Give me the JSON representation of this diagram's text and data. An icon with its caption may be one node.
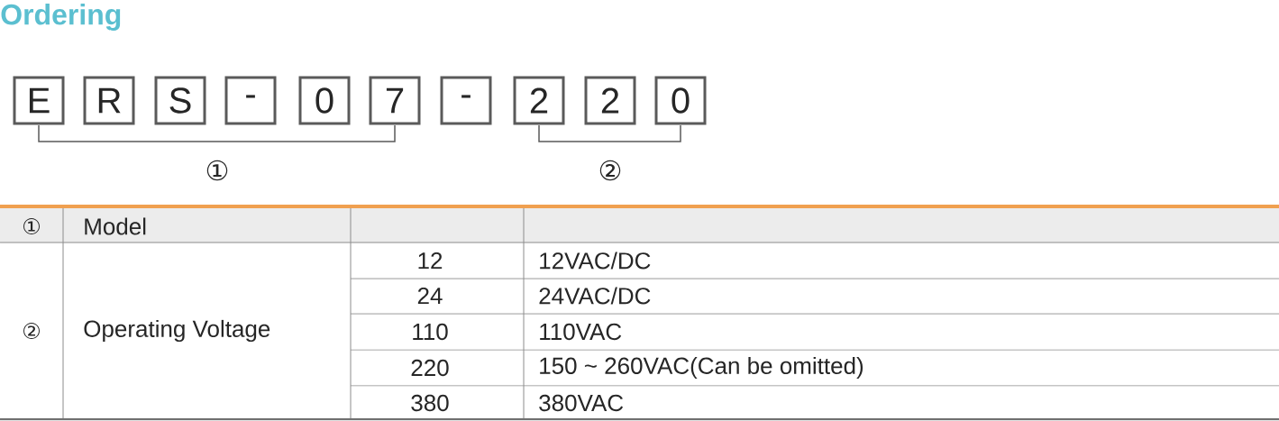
{
  "diagram": {
    "title": "Ordering",
    "nodes": [
      {
        "text": [
          "E"
        ]
      },
      {
        "text": [
          "R"
        ]
      },
      {
        "text": [
          "S"
        ]
      },
      {
        "text": [
          "-"
        ]
      },
      {
        "text": [
          "0"
        ]
      },
      {
        "text": [
          "7"
        ]
      },
      {
        "text": [
          "-"
        ]
      },
      {
        "text": [
          "2"
        ]
      },
      {
        "text": [
          "2"
        ]
      },
      {
        "text": [
          "0"
        ]
      }
    ],
    "labels": [
      "①",
      "②",
      "①",
      "Model",
      "②",
      "Operating Voltage",
      "12",
      "12VAC/DC",
      "24",
      "24VAC/DC",
      "110",
      "110VAC",
      "220",
      "150 ~ 260VAC(Can be omitted)",
      "380",
      "380VAC"
    ]
  }
}
